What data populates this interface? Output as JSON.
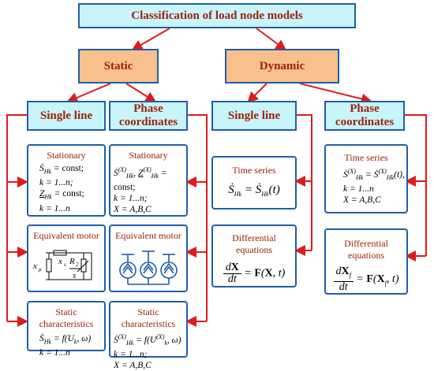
{
  "title": "Classification of load node models",
  "static": "Static",
  "dynamic": "Dynamic",
  "single_line": "Single line",
  "phase_1": "Phase",
  "phase_2": "coordinates",
  "cards": {
    "stationary": "Stationary",
    "equivalent_motor": "Equivalent motor",
    "static_characteristics": "Static characteristics",
    "time_series": "Time series",
    "differential_equations": "Differential equations"
  },
  "formulas": {
    "const": "const;",
    "k_range": "k = 1...n",
    "k_range_semicolon": "k = 1...n;",
    "phases": "X = A,B,C",
    "motor_xmu": "x",
    "motor_xs": "x",
    "motor_r2": "R",
    "motor_s": "s"
  },
  "colors": {
    "accent_red": "#e01b1b",
    "border_blue": "#1f5fa8",
    "text_red": "#a0230a"
  }
}
